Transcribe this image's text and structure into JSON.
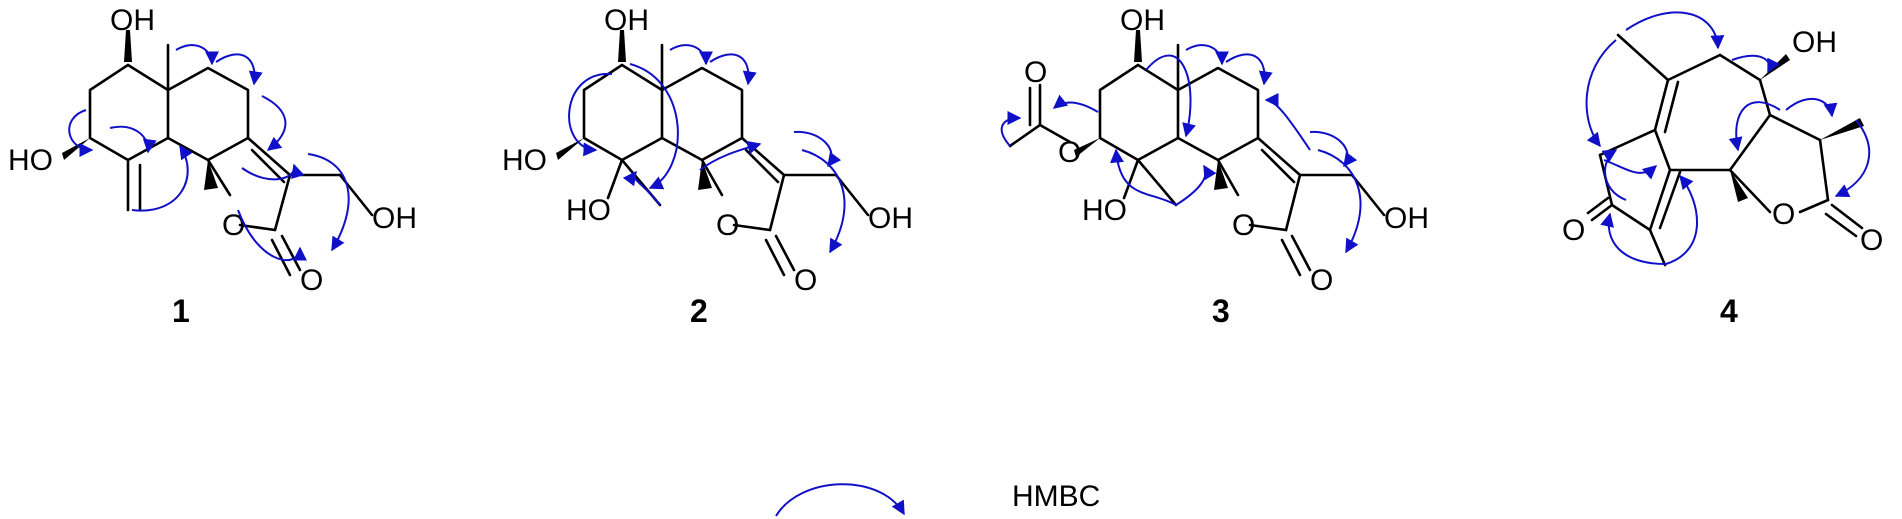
{
  "colors": {
    "hmbc_arrow": "#1010c8",
    "bond": "#000000"
  },
  "compounds": [
    {
      "number": "1",
      "labels": {
        "oh_top": "OH",
        "ho_left": "HO",
        "oh_right": "OH",
        "o_ring": "O",
        "o_carbonyl": "O"
      }
    },
    {
      "number": "2",
      "labels": {
        "oh_top": "OH",
        "ho_left": "HO",
        "ho_bottom": "HO",
        "oh_right": "OH",
        "o_ring": "O",
        "o_carbonyl": "O"
      }
    },
    {
      "number": "3",
      "labels": {
        "oh_top": "OH",
        "o_acetyl_carbonyl": "O",
        "o_acetyl_ester": "O",
        "ho_bottom": "HO",
        "oh_right": "OH",
        "o_ring": "O",
        "o_carbonyl": "O"
      }
    },
    {
      "number": "4",
      "labels": {
        "oh_top": "OH",
        "o_ketone": "O",
        "o_ring": "O",
        "o_carbonyl": "O"
      }
    }
  ],
  "legend": {
    "label": "HMBC",
    "icon": "curved-arrow-icon"
  }
}
